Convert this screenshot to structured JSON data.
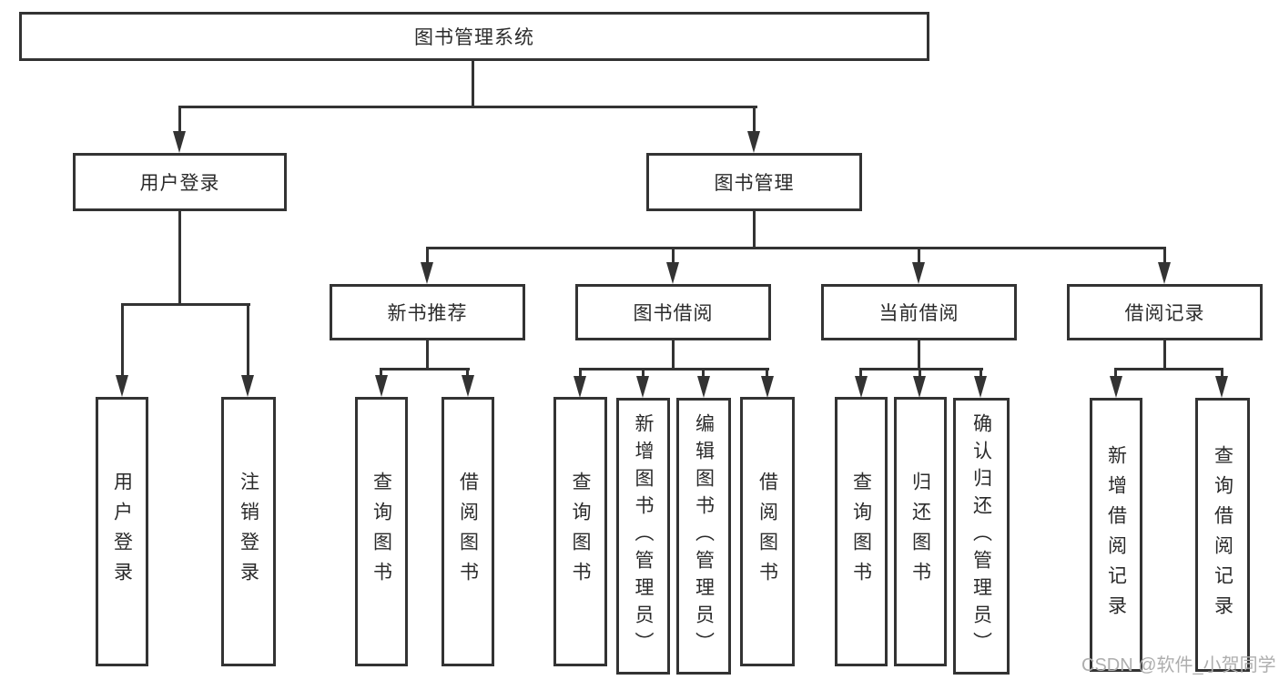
{
  "colors": {
    "line": "#333333",
    "box_border": "#333333",
    "box_fill": "#ffffff",
    "text": "#2b2b2b",
    "watermark": "#aeaeae"
  },
  "watermark": "CSDN @软件_小贺同学",
  "nodes": {
    "root": "图书管理系统",
    "user_login": "用户登录",
    "book_mgmt": "图书管理",
    "new_book_rec": "新书推荐",
    "book_borrow": "图书借阅",
    "current_borrow": "当前借阅",
    "borrow_records": "借阅记录"
  },
  "leaves": {
    "user_login": "用户登录",
    "logout": "注销登录",
    "query_book_1": "查询图书",
    "borrow_book_1": "借阅图书",
    "query_book_2": "查询图书",
    "add_book": "新增图书（管理员）",
    "edit_book": "编辑图书（管理员）",
    "borrow_book_2": "借阅图书",
    "query_book_3": "查询图书",
    "return_book": "归还图书",
    "confirm_return": "确认归还（管理员）",
    "add_borrow_record": "新增借阅记录",
    "query_borrow_record": "查询借阅记录"
  },
  "hierarchy": {
    "root": [
      "user_login",
      "book_mgmt"
    ],
    "user_login": [
      "用户登录",
      "注销登录"
    ],
    "book_mgmt": [
      "新书推荐",
      "图书借阅",
      "当前借阅",
      "借阅记录"
    ],
    "new_book_rec": [
      "查询图书",
      "借阅图书"
    ],
    "book_borrow": [
      "查询图书",
      "新增图书（管理员）",
      "编辑图书（管理员）",
      "借阅图书"
    ],
    "current_borrow": [
      "查询图书",
      "归还图书",
      "确认归还（管理员）"
    ],
    "borrow_records": [
      "新增借阅记录",
      "查询借阅记录"
    ]
  }
}
